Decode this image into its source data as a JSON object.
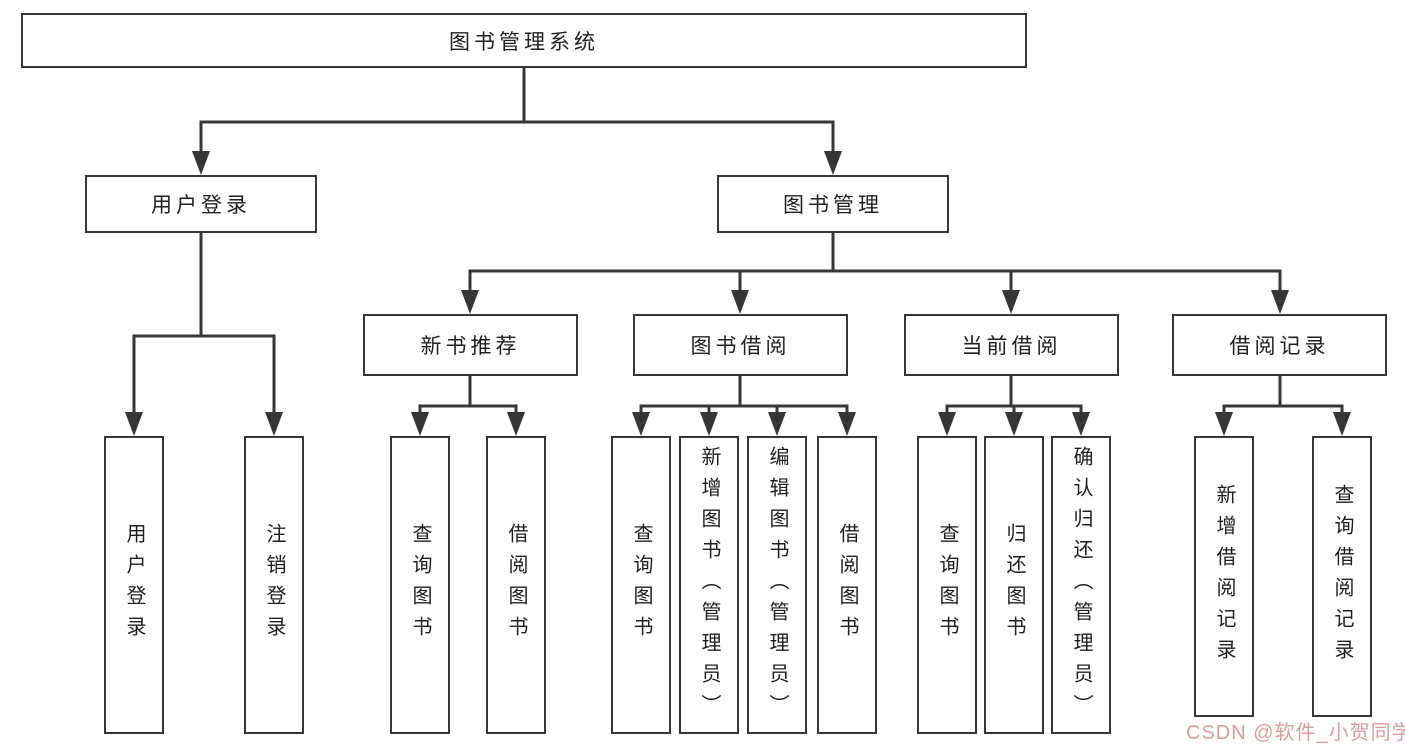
{
  "tree": {
    "label": "图书管理系统",
    "children": [
      {
        "label": "用户登录",
        "children": [
          {
            "label": "用户登录"
          },
          {
            "label": "注销登录"
          }
        ]
      },
      {
        "label": "图书管理",
        "children": [
          {
            "label": "新书推荐",
            "children": [
              {
                "label": "查询图书"
              },
              {
                "label": "借阅图书"
              }
            ]
          },
          {
            "label": "图书借阅",
            "children": [
              {
                "label": "查询图书"
              },
              {
                "label": "新增图书（管理员）"
              },
              {
                "label": "编辑图书（管理员）"
              },
              {
                "label": "借阅图书"
              }
            ]
          },
          {
            "label": "当前借阅",
            "children": [
              {
                "label": "查询图书"
              },
              {
                "label": "归还图书"
              },
              {
                "label": "确认归还（管理员）"
              }
            ]
          },
          {
            "label": "借阅记录",
            "children": [
              {
                "label": "新增借阅记录"
              },
              {
                "label": "查询借阅记录"
              }
            ]
          }
        ]
      }
    ]
  },
  "watermark": {
    "text": "CSDN @软件_小贺同学",
    "color": "#dd9c9e"
  },
  "colors": {
    "line": "#363636",
    "box_border": "#363636",
    "text": "#1f1f1f",
    "background": "#ffffff"
  }
}
